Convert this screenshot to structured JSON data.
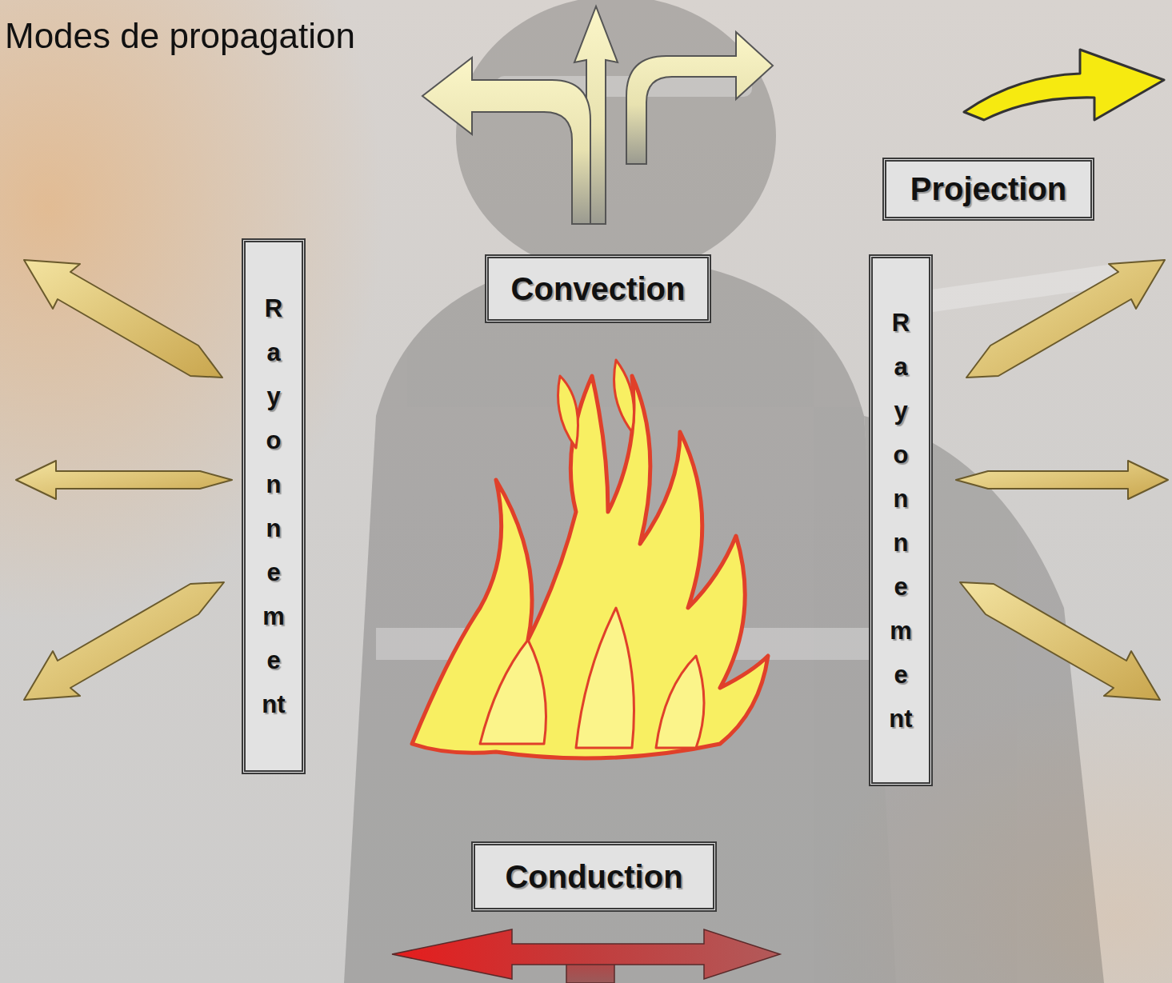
{
  "diagram": {
    "title": "Modes de propagation",
    "nodes": [
      {
        "text": [
          "Convection"
        ]
      },
      {
        "text": [
          "Projection"
        ]
      },
      {
        "text": [
          "Rayonnement"
        ]
      },
      {
        "text": [
          "Rayonnement"
        ]
      },
      {
        "text": [
          "Conduction"
        ]
      }
    ]
  }
}
